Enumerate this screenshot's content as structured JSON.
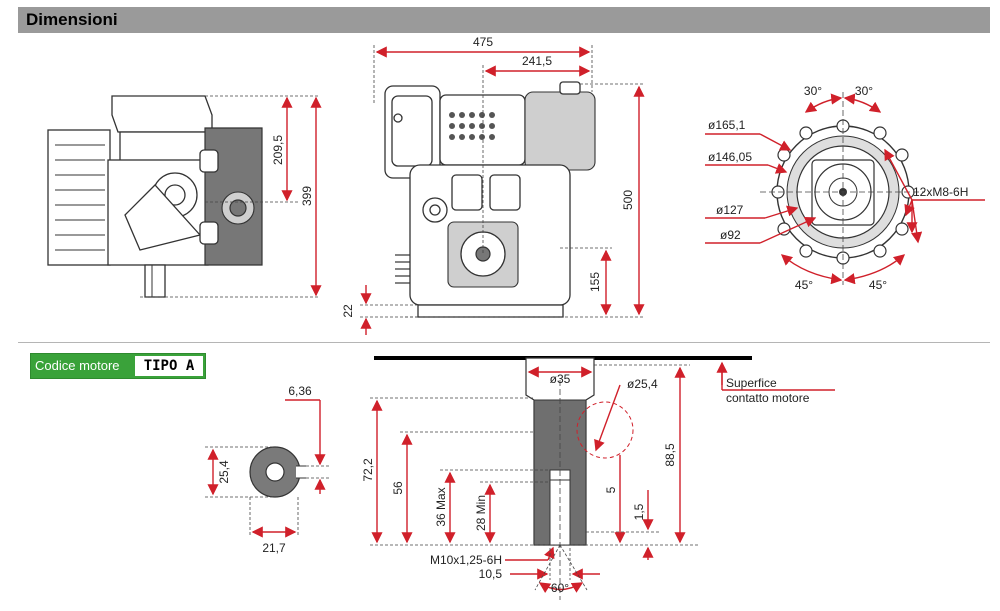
{
  "header": {
    "title": "Dimensioni"
  },
  "engine_code": {
    "label": "Codice motore",
    "value": "TIPO A"
  },
  "side_view": {
    "height_top": "209,5",
    "height_total": "399"
  },
  "front_view": {
    "width_total": "475",
    "width_partial": "241,5",
    "height_total": "500",
    "height_shaft": "155",
    "base_offset": "22"
  },
  "flange_view": {
    "angle_top_left": "30°",
    "angle_top_right": "30°",
    "angle_bottom_left": "45°",
    "angle_bottom_right": "45°",
    "dia_1": "ø165,1",
    "dia_2": "ø146,05",
    "dia_3": "ø127",
    "dia_4": "ø92",
    "thread": "12xM8-6H"
  },
  "key_view": {
    "key_width": "6,36",
    "shaft_height": "25,4",
    "shaft_width": "21,7"
  },
  "shaft_view": {
    "diameter": "ø35",
    "circle_dia": "ø25,4",
    "surface_label_1": "Superfice",
    "surface_label_2": "contatto motore",
    "len_88": "88,5",
    "len_72": "72,2",
    "len_56": "56",
    "len_36": "36 Max",
    "len_28": "28 Min",
    "len_5": "5",
    "len_15": "1,5",
    "thread": "M10x1,25-6H",
    "thread_dia": "10,5",
    "angle": "60°"
  }
}
